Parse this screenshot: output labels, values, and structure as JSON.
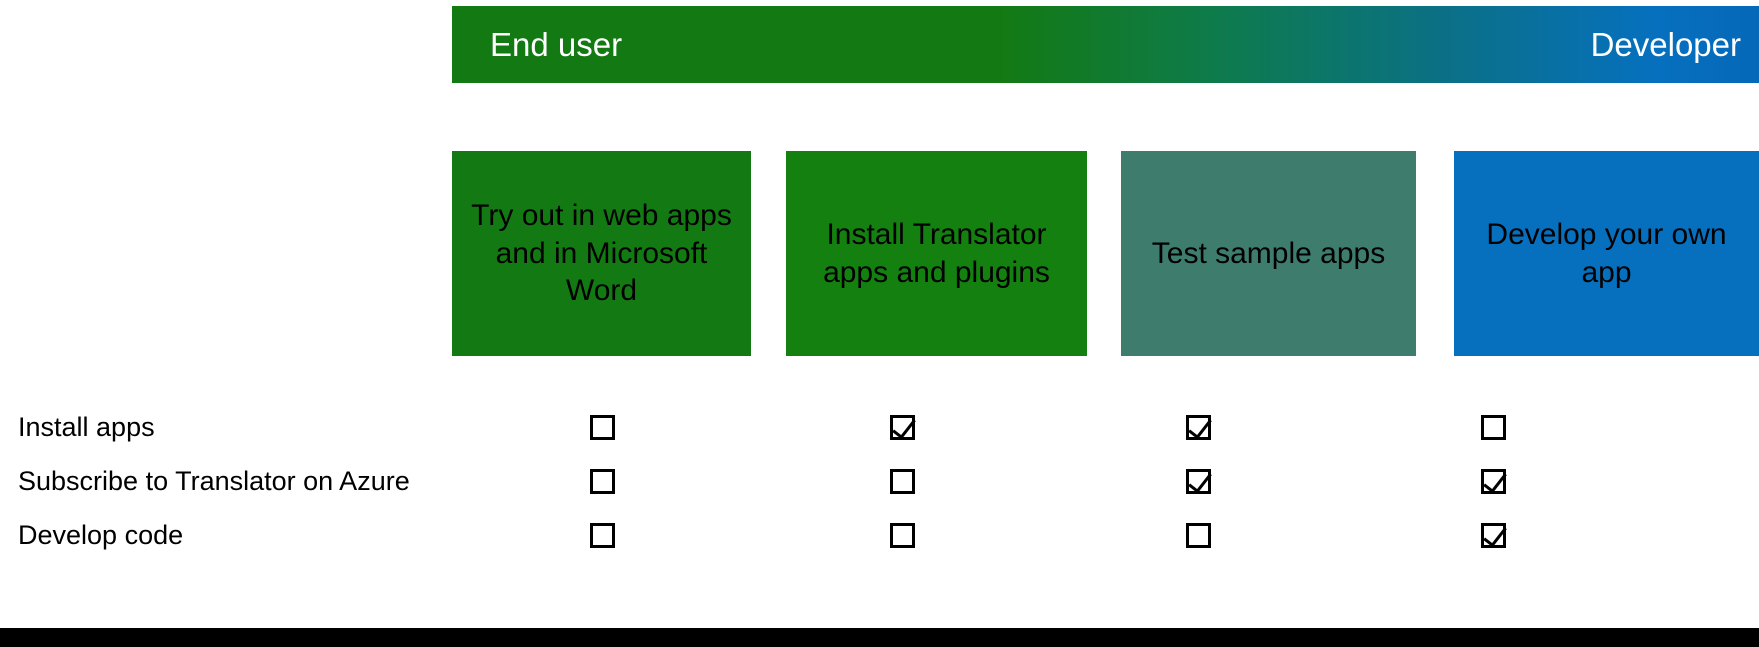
{
  "spectrum": {
    "left_label": "End user",
    "right_label": "Developer",
    "gradient_start_color": "#137A13",
    "gradient_end_color": "#0568B8"
  },
  "cards": [
    {
      "title": "Try out in web apps and in Microsoft Word",
      "color": "#137A13"
    },
    {
      "title": "Install Translator apps and plugins",
      "color": "#13800F"
    },
    {
      "title": "Test sample apps",
      "color": "#3E7D6E"
    },
    {
      "title": "Develop your own app",
      "color": "#0670BE"
    }
  ],
  "matrix": {
    "rows": [
      {
        "label": "Install apps",
        "checks": [
          false,
          true,
          true,
          false
        ]
      },
      {
        "label": "Subscribe to Translator on Azure",
        "checks": [
          false,
          false,
          true,
          true
        ]
      },
      {
        "label": "Develop code",
        "checks": [
          false,
          false,
          false,
          true
        ]
      }
    ]
  },
  "bottom_bar": {
    "color": "#000000"
  }
}
